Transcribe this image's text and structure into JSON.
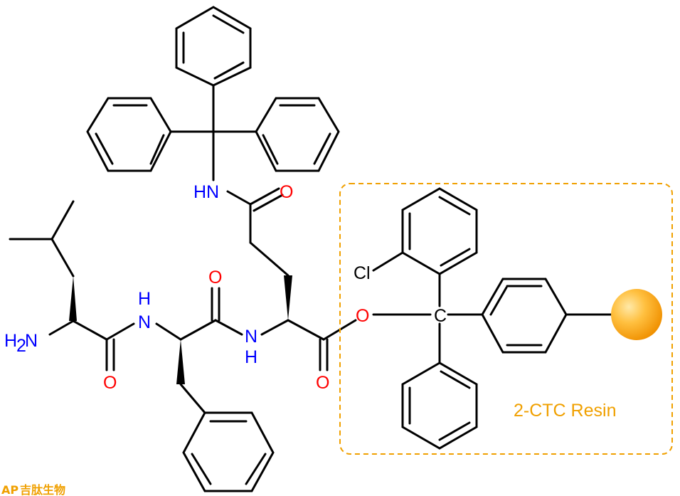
{
  "atoms": {
    "h2n_main": "H",
    "h2n_sub": "2",
    "n_amine": "N",
    "nh1_h": "H",
    "nh1_n": "N",
    "o_amide1": "O",
    "o_amide2": "O",
    "nh2_n": "N",
    "nh2_h": "H",
    "o_ester_carbonyl": "O",
    "o_ester_link": "O",
    "hn_trityl": "HN",
    "o_side_chain": "O",
    "cl": "Cl",
    "c_central": "C"
  },
  "resin": {
    "label": "2-CTC Resin",
    "color": "#F0A000"
  },
  "watermark": {
    "logo": "AP",
    "text": "吉肽生物"
  },
  "colors": {
    "nitrogen": "#0000FF",
    "oxygen": "#FF0000",
    "bond": "#000000",
    "resin_orange": "#F0A000"
  }
}
